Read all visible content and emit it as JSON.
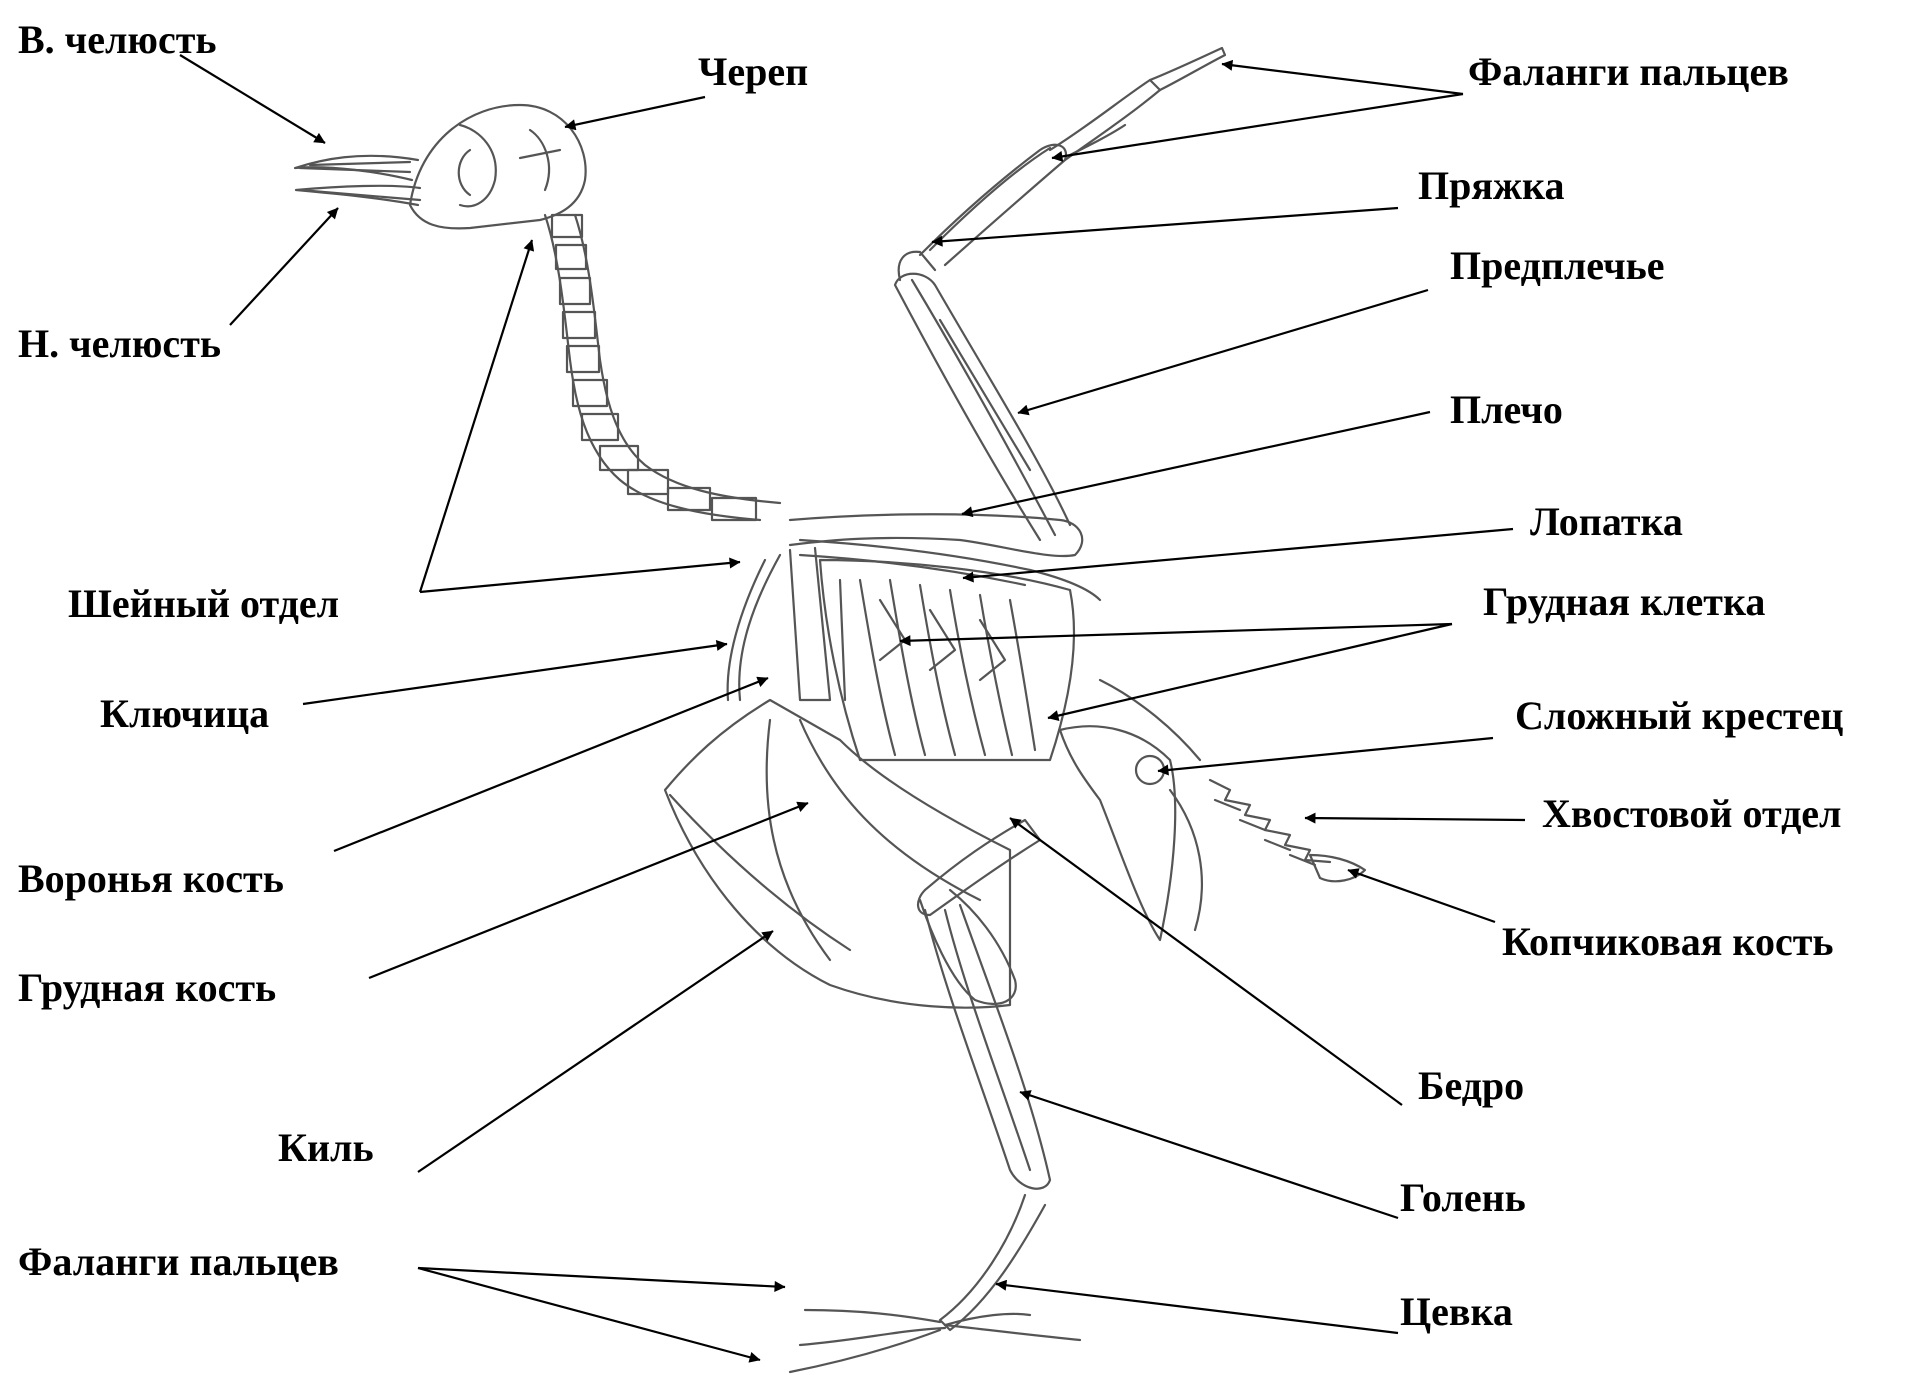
{
  "figure": {
    "labels": {
      "upper_jaw": "В. челюсть",
      "lower_jaw": "Н. челюсть",
      "skull": "Череп",
      "wing_phalanges": "Фаланги пальцев",
      "carpometacarpus": "Пряжка",
      "forearm": "Предплечье",
      "humerus": "Плечо",
      "scapula": "Лопатка",
      "ribcage": "Грудная клетка",
      "synsacrum": "Сложный крестец",
      "caudal": "Хвостовой отдел",
      "pygostyle": "Копчиковая кость",
      "cervical": "Шейный отдел",
      "clavicle": "Ключица",
      "coracoid": "Воронья кость",
      "sternum": "Грудная кость",
      "femur": "Бедро",
      "keel": "Киль",
      "tibia": "Голень",
      "toe_phalanges": "Фаланги пальцев",
      "tarsus": "Цевка"
    }
  }
}
